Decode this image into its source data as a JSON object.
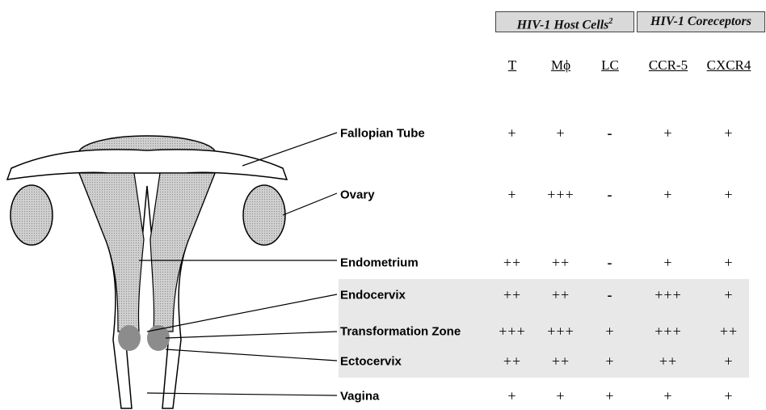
{
  "headers": {
    "group1": "HIV-1 Host Cells",
    "group1_superscript": "2",
    "group2": "HIV-1 Coreceptors",
    "columns": [
      "T",
      "Mϕ",
      "LC",
      "CCR-5",
      "CXCR4"
    ]
  },
  "rows": [
    {
      "structure": "Fallopian Tube",
      "values": [
        "+",
        "+",
        "-",
        "+",
        "+"
      ]
    },
    {
      "structure": "Ovary",
      "values": [
        "+",
        "+++",
        "-",
        "+",
        "+"
      ]
    },
    {
      "structure": "Endometrium",
      "values": [
        "++",
        "++",
        "-",
        "+",
        "+"
      ]
    },
    {
      "structure": "Endocervix",
      "values": [
        "++",
        "++",
        "-",
        "+++",
        "+"
      ]
    },
    {
      "structure": "Transformation Zone",
      "values": [
        "+++",
        "+++",
        "+",
        "+++",
        "++"
      ]
    },
    {
      "structure": "Ectocervix",
      "values": [
        "++",
        "++",
        "+",
        "++",
        "+"
      ]
    },
    {
      "structure": "Vagina",
      "values": [
        "+",
        "+",
        "+",
        "+",
        "+"
      ]
    }
  ]
}
